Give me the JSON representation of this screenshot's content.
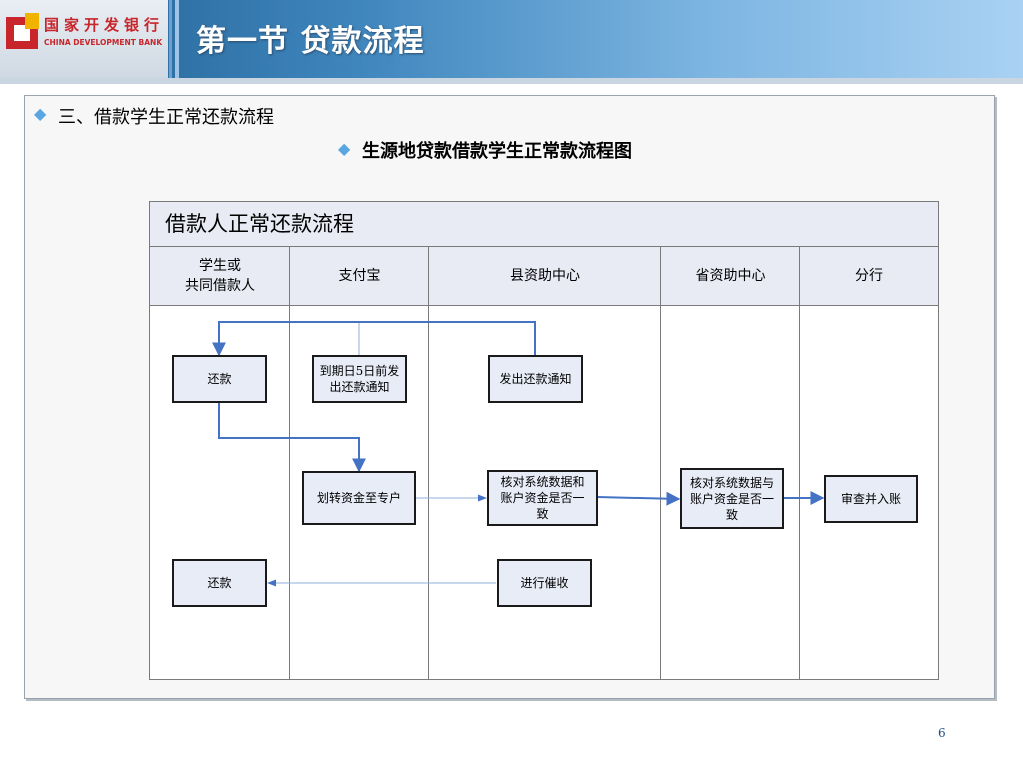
{
  "header": {
    "logo_cn": "国家开发银行",
    "logo_en": "CHINA DEVELOPMENT BANK",
    "title": "第一节  贷款流程"
  },
  "content": {
    "section_title": "三、借款学生正常还款流程",
    "subtitle": "生源地贷款借款学生正常款流程图"
  },
  "diagram": {
    "title": "借款人正常还款流程",
    "lanes": [
      {
        "label": "学生或\n共同借款人"
      },
      {
        "label": "支付宝"
      },
      {
        "label": "县资助中心"
      },
      {
        "label": "省资助中心"
      },
      {
        "label": "分行"
      }
    ],
    "nodes": {
      "repay1": "还款",
      "notice_alipay": "到期日5日前发\n出还款通知",
      "notice_county": "发出还款通知",
      "transfer": "划转资金至专户",
      "verify_county": "核对系统数据和\n账户资金是否一\n致",
      "verify_province": "核对系统数据与\n账户资金是否一\n致",
      "review": "审查并入账",
      "repay2": "还款",
      "collect": "进行催收"
    },
    "colors": {
      "arrow": "#4472c4",
      "node_fill": "#e8ecf7",
      "header_fill": "#e8ebf4"
    }
  },
  "page_number": "6"
}
